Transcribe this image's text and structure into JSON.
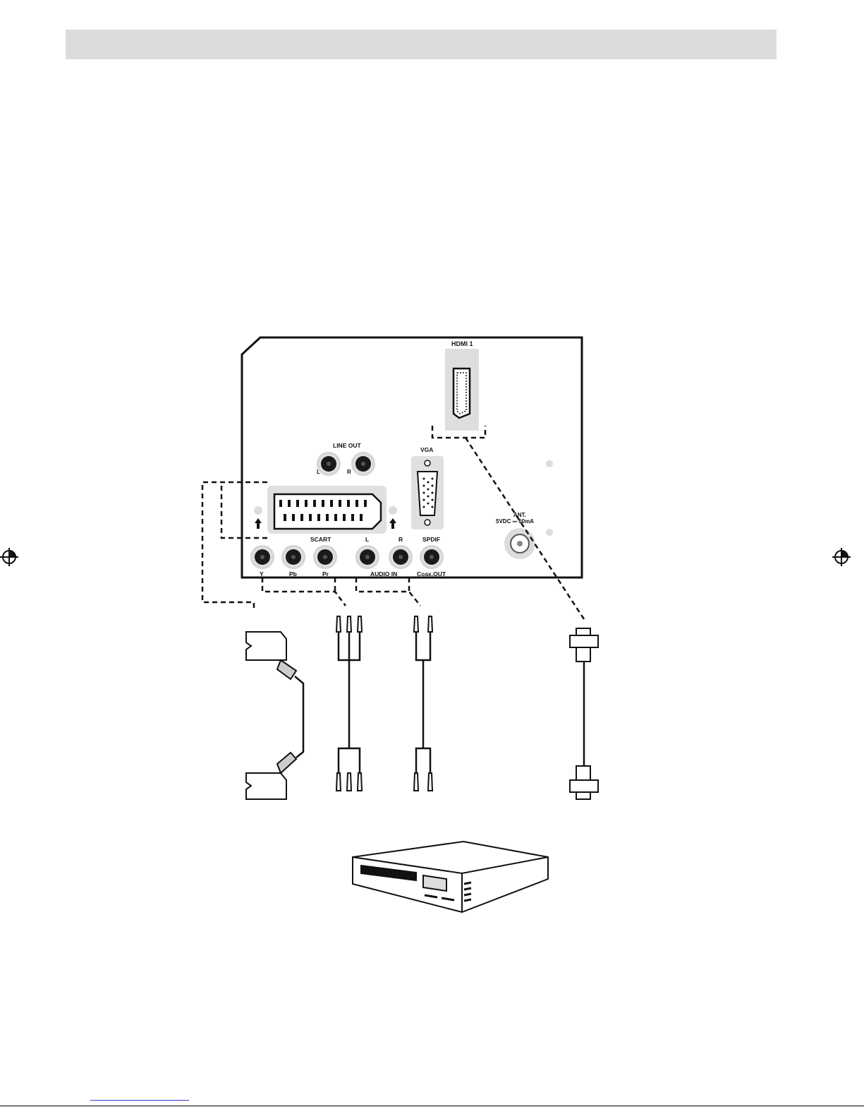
{
  "labels": {
    "hdmi": "HDMI 1",
    "line_out": "LINE OUT",
    "line_out_l": "L",
    "line_out_r": "R",
    "vga": "VGA",
    "scart": "SCART",
    "y": "Y",
    "pb": "Pb",
    "pr": "Pr",
    "audio_l": "L",
    "audio_r": "R",
    "audio_in": "AUDIO IN",
    "spdif": "SPDIF",
    "coax_out": "Coax.OUT",
    "ant": "ANT.",
    "ant_spec": "5VDC ⎓ 60mA"
  },
  "icons": [
    "registration-mark-icon",
    "scart-plug-icon",
    "rca-plug-icon",
    "vga-plug-icon",
    "dvd-player-icon"
  ],
  "colors": {
    "header_bar": "#dcdcdc",
    "port_ring": "#d4d4d4",
    "panel_line": "#111111"
  }
}
